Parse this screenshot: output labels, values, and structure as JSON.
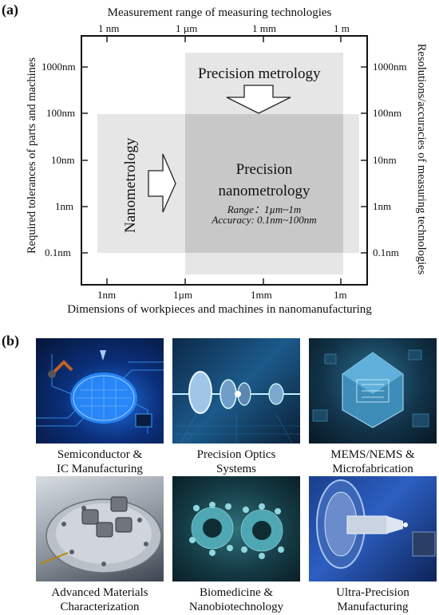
{
  "panel_a": {
    "label": "(a)",
    "top_axis_title": "Measurement range of measuring technologies",
    "bottom_axis_title": "Dimensions of workpieces and machines in nanomanufacturing",
    "left_axis_title": "Required tolerances of parts and machines",
    "right_axis_title": "Resolutions/accuracies of measuring  technologies",
    "top_ticks": [
      "1 nm",
      "1 µm",
      "1 mm",
      "1 m"
    ],
    "bottom_ticks": [
      "1nm",
      "1µm",
      "1mm",
      "1m"
    ],
    "left_ticks": [
      "1000nm",
      "100nm",
      "10nm",
      "1nm",
      "0.1nm"
    ],
    "right_ticks": [
      "1000nm",
      "100nm",
      "10nm",
      "1nm",
      "0.1nm"
    ],
    "precision_metrology": "Precision metrology",
    "nanometrology": "Nanometrology",
    "precision_nano_line1": "Precision",
    "precision_nano_line2": "nanometrology",
    "range_text": "Range：1µm~1m",
    "accuracy_text": "Accuracy: 0.1nm~100nm"
  },
  "panel_b": {
    "label": "(b)",
    "tiles": [
      {
        "line1": "Semiconductor &",
        "line2": "IC Manufacturing"
      },
      {
        "line1": "Precision Optics",
        "line2": "Systems"
      },
      {
        "line1": "MEMS/NEMS &",
        "line2": "Microfabrication"
      },
      {
        "line1": "Advanced Materials",
        "line2": "Characterization"
      },
      {
        "line1": "Biomedicine &",
        "line2": "Nanobiotechnology"
      },
      {
        "line1": "Ultra-Precision",
        "line2": "Manufacturing"
      }
    ]
  }
}
